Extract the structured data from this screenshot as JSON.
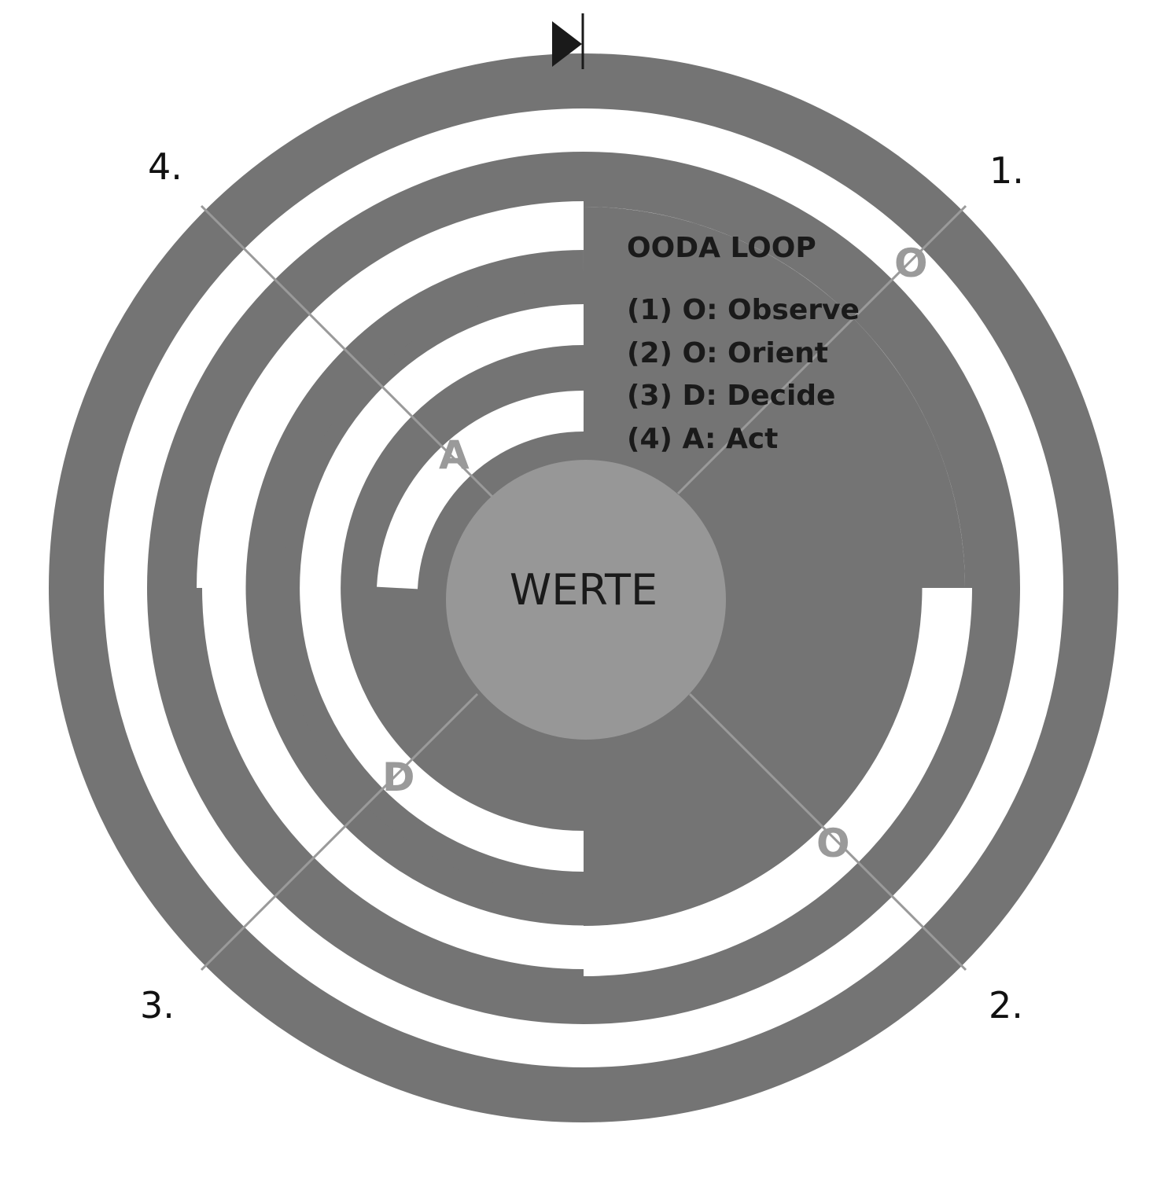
{
  "title": "OODA LOOP",
  "legend": [
    "(1) O: Observe",
    "(2) O: Orient",
    "(3) D: Decide",
    "(4) A: Act"
  ],
  "center_label": "WERTE",
  "quadrant_numbers": [
    "1.",
    "2.",
    "3.",
    "4."
  ],
  "phase_letters": [
    "O",
    "O",
    "D",
    "A"
  ],
  "colors": {
    "ring": "#747474",
    "center": "#979797",
    "background": "#ffffff",
    "divider": "#9a9a9a",
    "text": "#1a1a1a",
    "letter": "#9a9a9a"
  },
  "icons": {
    "start_marker": "play-marker-icon"
  }
}
